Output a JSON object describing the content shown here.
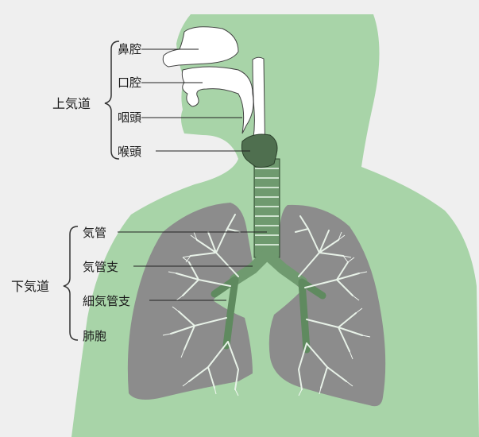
{
  "groups": {
    "upper": "上気道",
    "lower": "下気道"
  },
  "labels": {
    "nasal_cavity": "鼻腔",
    "oral_cavity": "口腔",
    "pharynx": "咽頭",
    "larynx": "喉頭",
    "trachea": "気管",
    "bronchi": "気管支",
    "bronchioles": "細気管支",
    "alveoli": "肺胞"
  },
  "colors": {
    "background": "#efefef",
    "body": "#a8d4a8",
    "cavity": "#ffffff",
    "lung": "#8c8c8c",
    "airway": "#6f9a6f",
    "branch": "#e8f2e8"
  }
}
